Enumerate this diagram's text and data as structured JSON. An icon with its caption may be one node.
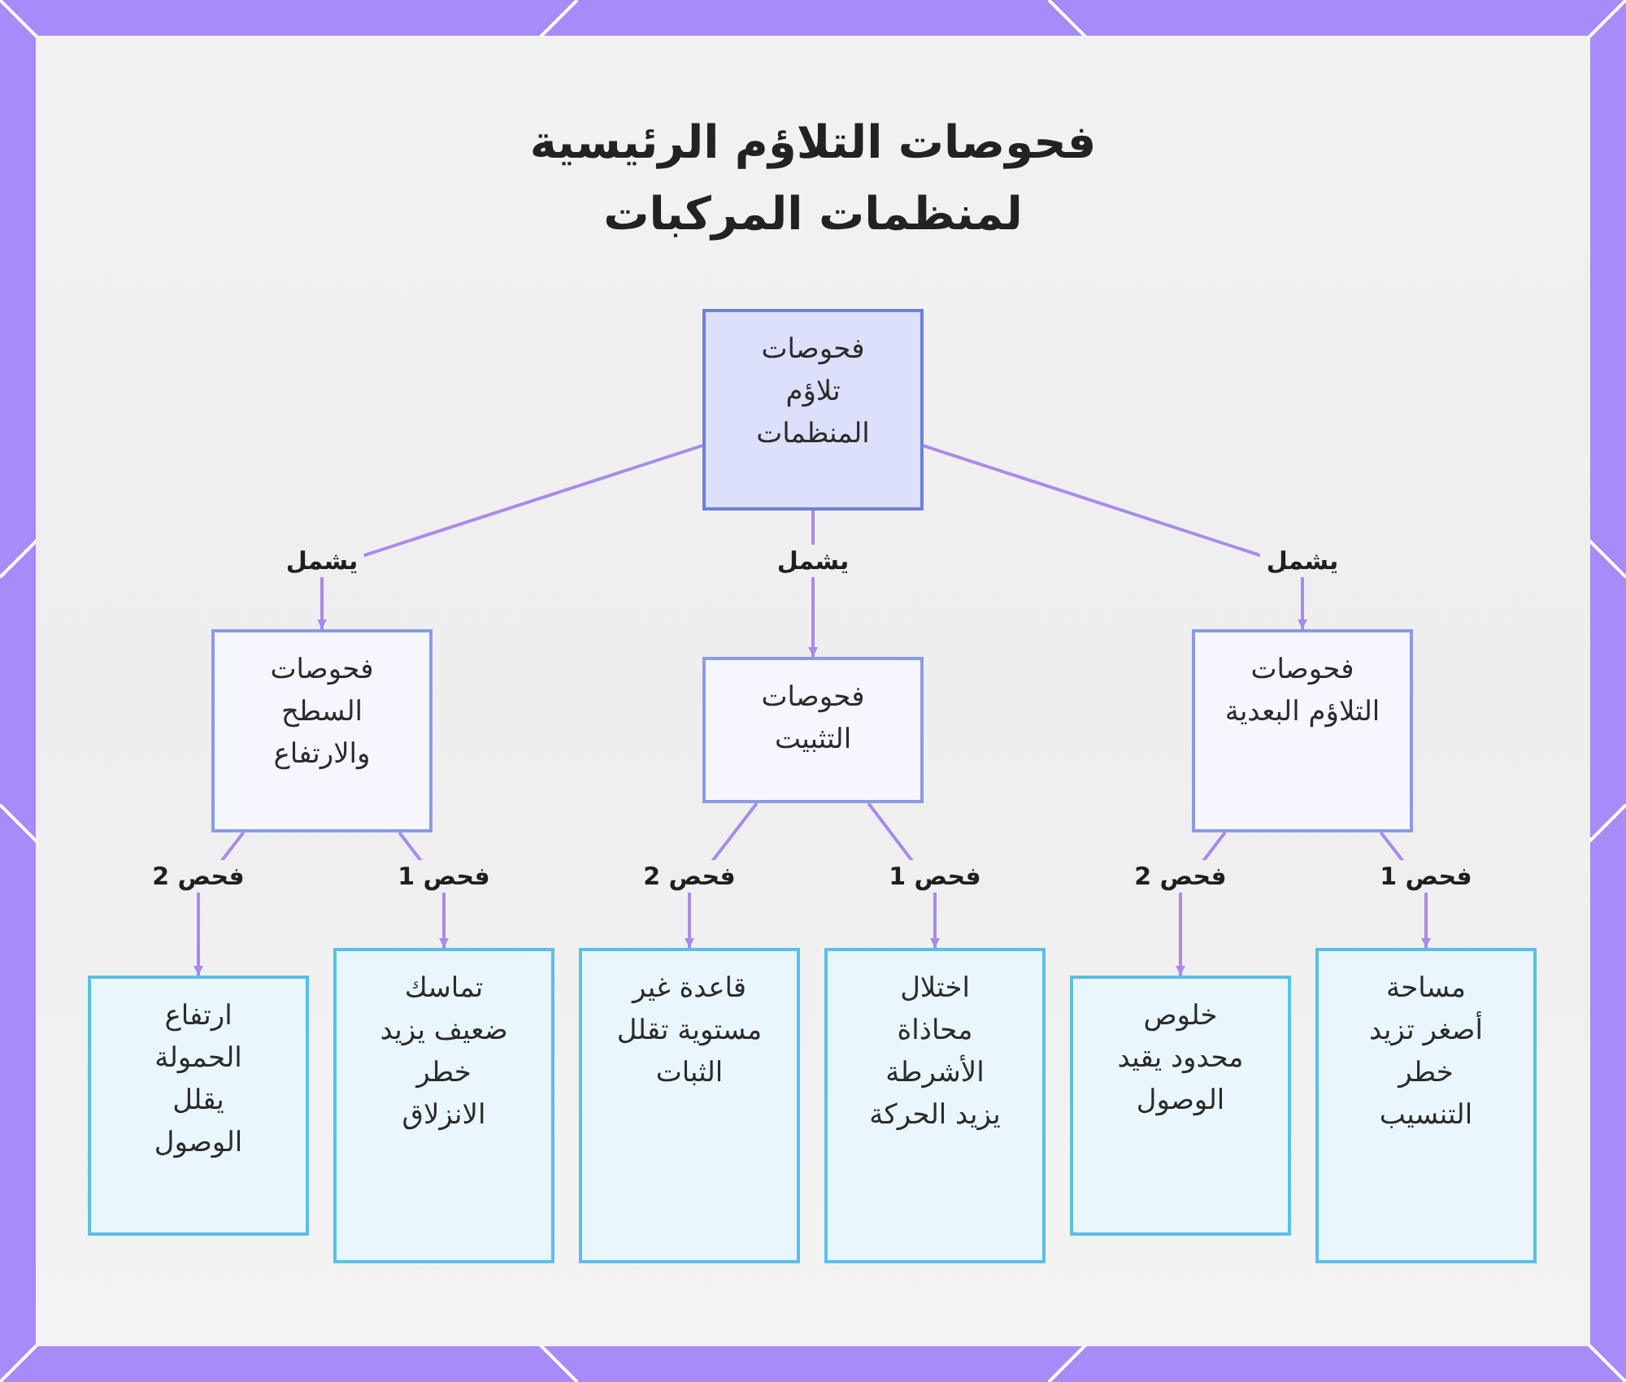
{
  "diagram": {
    "title": "فحوصات التلاؤم الرئيسية لمنظمات المركبات",
    "nodes": [
      {
        "text": [
          "فحوصات تلاؤم المنظمات"
        ]
      },
      {
        "text": [
          "فحوصات التلاؤم البعدية"
        ]
      },
      {
        "text": [
          "فحوصات التثبيت"
        ]
      },
      {
        "text": [
          "فحوصات السطح والارتفاع"
        ]
      },
      {
        "text": [
          "مساحة أصغر تزيد خطر التنسيب"
        ]
      },
      {
        "text": [
          "خلوص محدود يقيد الوصول"
        ]
      },
      {
        "text": [
          "اختلال محاذاة الأشرطة يزيد الحركة"
        ]
      },
      {
        "text": [
          "قاعدة غير مستوية تقلل الثبات"
        ]
      },
      {
        "text": [
          "تماسك ضعيف يزيد خطر الانزلاق"
        ]
      },
      {
        "text": [
          "ارتفاع الحمولة يقلل الوصول"
        ]
      }
    ],
    "edges": [
      {
        "from": 0,
        "to": 1,
        "arrow": "to",
        "label": "يشمل"
      },
      {
        "from": 0,
        "to": 2,
        "arrow": "to",
        "label": "يشمل"
      },
      {
        "from": 0,
        "to": 3,
        "arrow": "to",
        "label": "يشمل"
      },
      {
        "from": 1,
        "to": 4,
        "arrow": "to",
        "label": "فحص 1"
      },
      {
        "from": 1,
        "to": 5,
        "arrow": "to",
        "label": "فحص 2"
      },
      {
        "from": 2,
        "to": 6,
        "arrow": "to",
        "label": "فحص 1"
      },
      {
        "from": 2,
        "to": 7,
        "arrow": "to",
        "label": "فحص 2"
      },
      {
        "from": 3,
        "to": 8,
        "arrow": "to",
        "label": "فحص 1"
      },
      {
        "from": 3,
        "to": 9,
        "arrow": "to",
        "label": "فحص 2"
      }
    ]
  }
}
